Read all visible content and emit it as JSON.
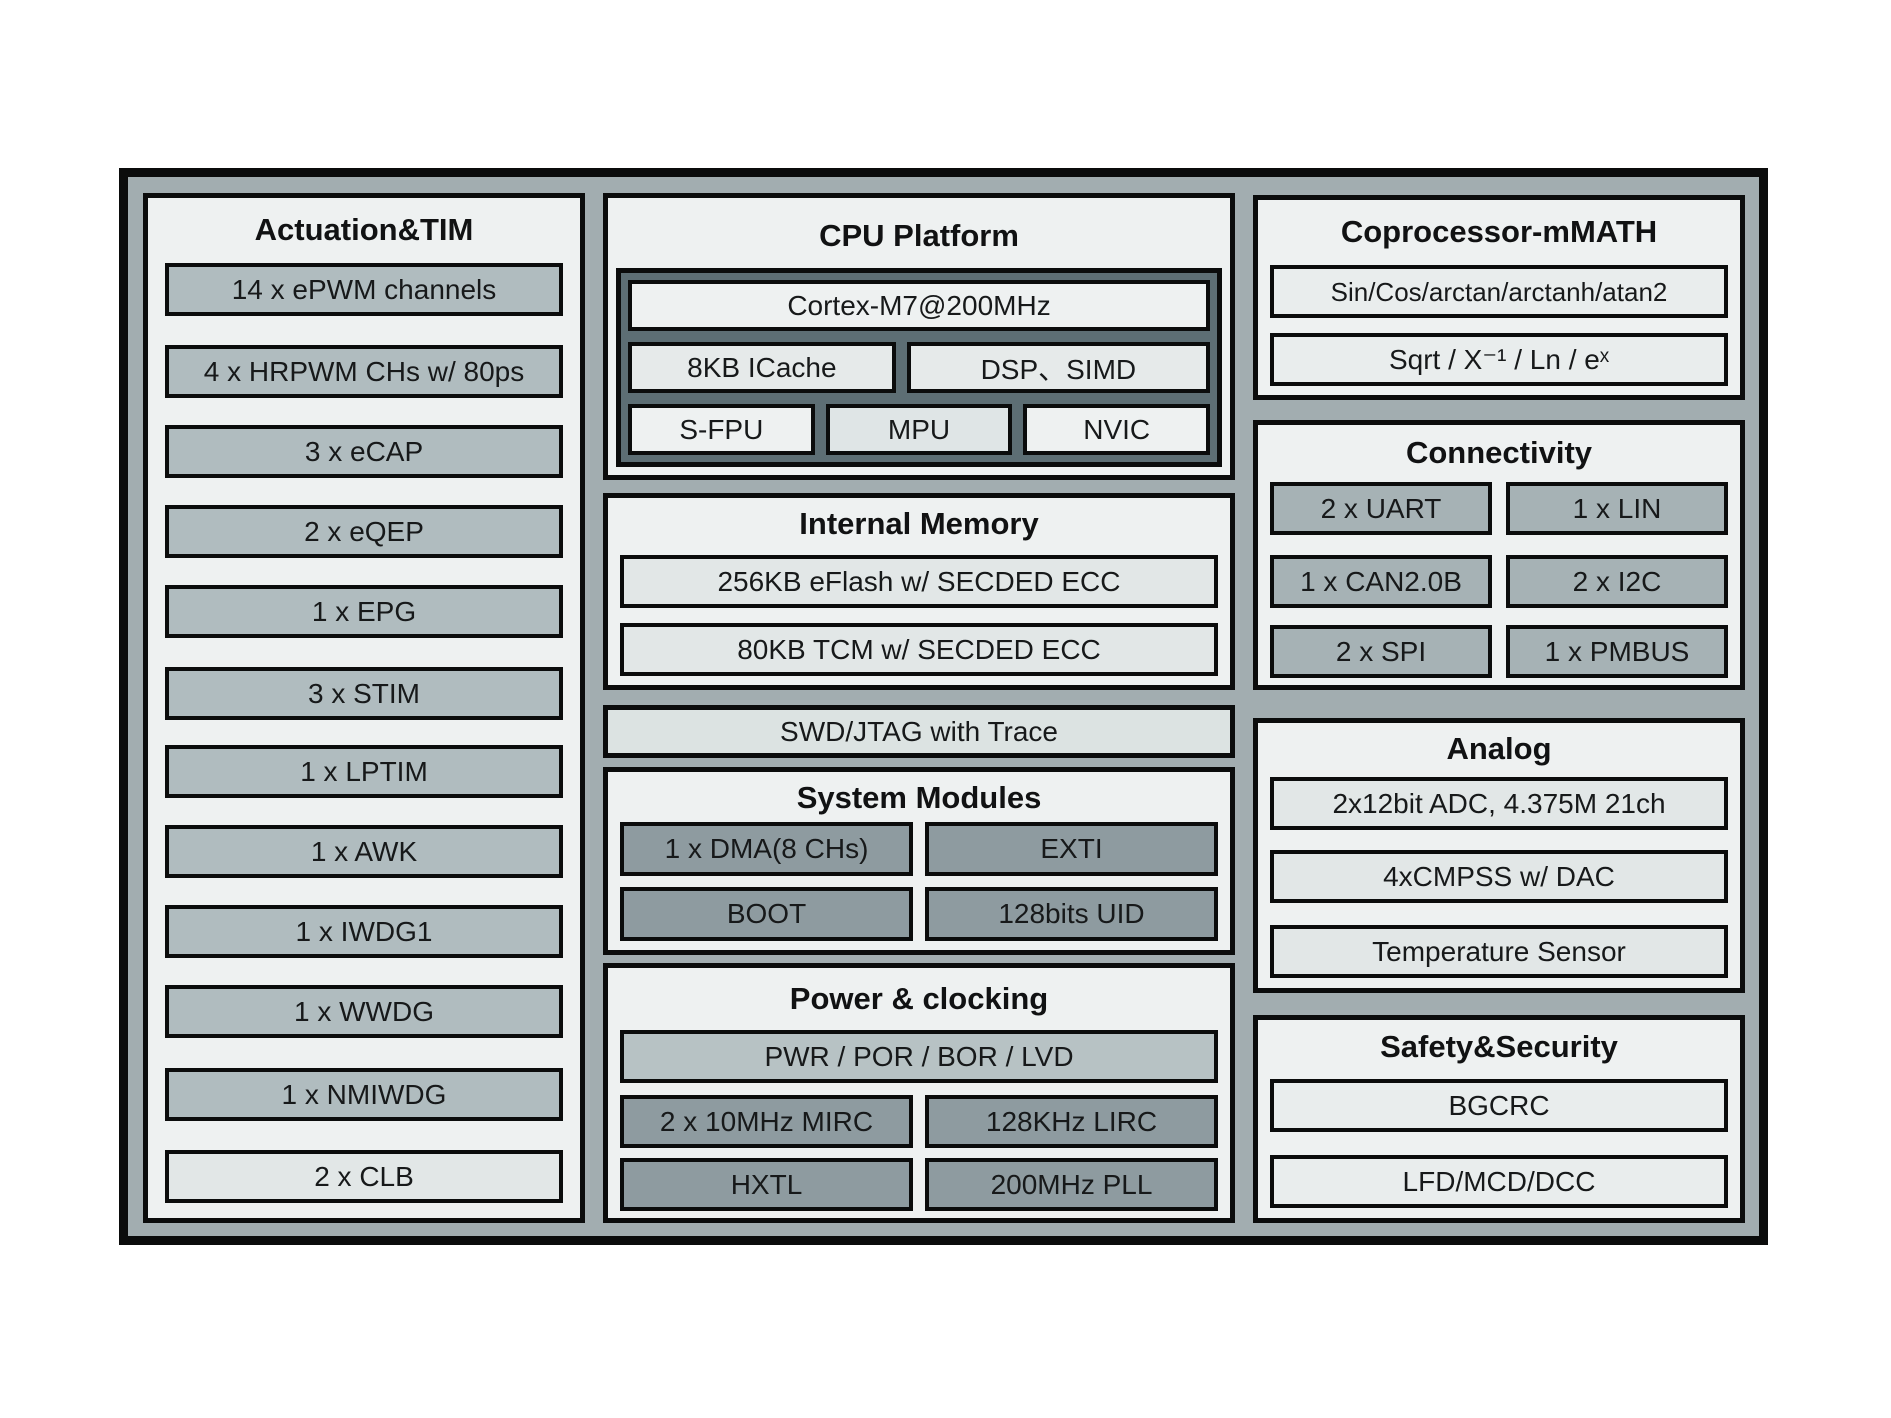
{
  "left": {
    "title": "Actuation&TIM",
    "items": [
      "14 x ePWM channels",
      "4 x HRPWM CHs w/ 80ps",
      "3 x eCAP",
      "2 x eQEP",
      "1 x EPG",
      "3 x STIM",
      "1 x LPTIM",
      "1 x AWK",
      "1 x IWDG1",
      "1 x WWDG",
      "1 x NMIWDG",
      "2 x CLB"
    ]
  },
  "cpu": {
    "title": "CPU Platform",
    "core": "Cortex-M7@200MHz",
    "cells": [
      "8KB ICache",
      "DSP、SIMD",
      "S-FPU",
      "MPU",
      "NVIC"
    ]
  },
  "memory": {
    "title": "Internal Memory",
    "items": [
      "256KB eFlash w/ SECDED ECC",
      "80KB TCM w/ SECDED ECC"
    ]
  },
  "debug": {
    "label": "SWD/JTAG with Trace"
  },
  "system": {
    "title": "System Modules",
    "cells": [
      "1 x DMA(8 CHs)",
      "EXTI",
      "BOOT",
      "128bits UID"
    ]
  },
  "power": {
    "title": "Power & clocking",
    "bar": "PWR / POR / BOR / LVD",
    "cells": [
      "2 x 10MHz MIRC",
      "128KHz LIRC",
      "HXTL",
      "200MHz PLL"
    ]
  },
  "math": {
    "title": "Coprocessor-mMATH",
    "items": [
      "Sin/Cos/arctan/arctanh/atan2",
      "Sqrt / X⁻¹ / Ln / eˣ"
    ]
  },
  "connectivity": {
    "title": "Connectivity",
    "cells": [
      "2 x UART",
      "1 x LIN",
      "1 x CAN2.0B",
      "2 x I2C",
      "2 x SPI",
      "1 x PMBUS"
    ]
  },
  "analog": {
    "title": "Analog",
    "items": [
      "2x12bit ADC, 4.375M 21ch",
      "4xCMPSS w/ DAC",
      "Temperature Sensor"
    ]
  },
  "safety": {
    "title": "Safety&Security",
    "items": [
      "BGCRC",
      "LFD/MCD/DCC"
    ]
  },
  "colors": {
    "frame_border": "#0b0c0c",
    "frame_background": "#a2adb0",
    "panel_background": "#eef1f1",
    "box_gray": "#b0bcbf",
    "box_medium_gray": "#8e9ba0",
    "box_light": "#e2e7e7",
    "box_lighter": "#e9eded",
    "cpu_container": "#5d6e74",
    "power_bar": "#b7c2c4",
    "connectivity_cell": "#a6b2b5",
    "debug_bar": "#dce3e2"
  }
}
